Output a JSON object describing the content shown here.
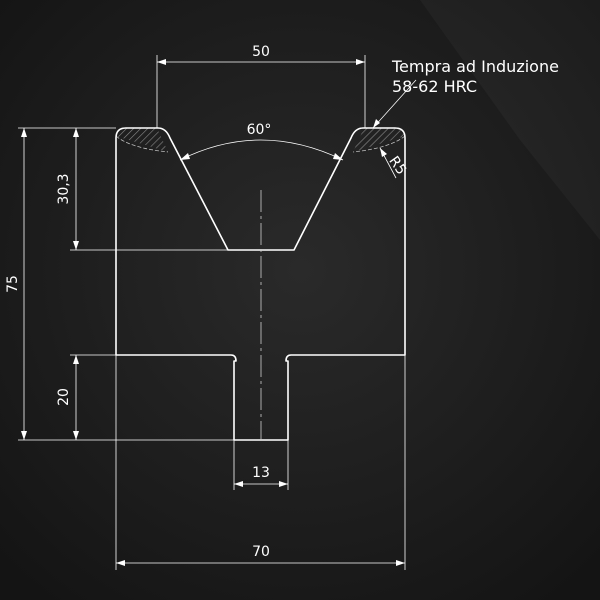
{
  "drawing": {
    "dimensions": {
      "top_width": "50",
      "angle": "60°",
      "groove_depth": "30,3",
      "total_height": "75",
      "slot_depth": "20",
      "slot_width": "13",
      "total_width": "70",
      "radius": "R5"
    },
    "note": {
      "line1": "Tempra ad Induzione",
      "line2": "58-62 HRC"
    },
    "colors": {
      "background": "#1b1b1b",
      "lines": "#ffffff",
      "hatch": "#8a8a8a"
    }
  }
}
